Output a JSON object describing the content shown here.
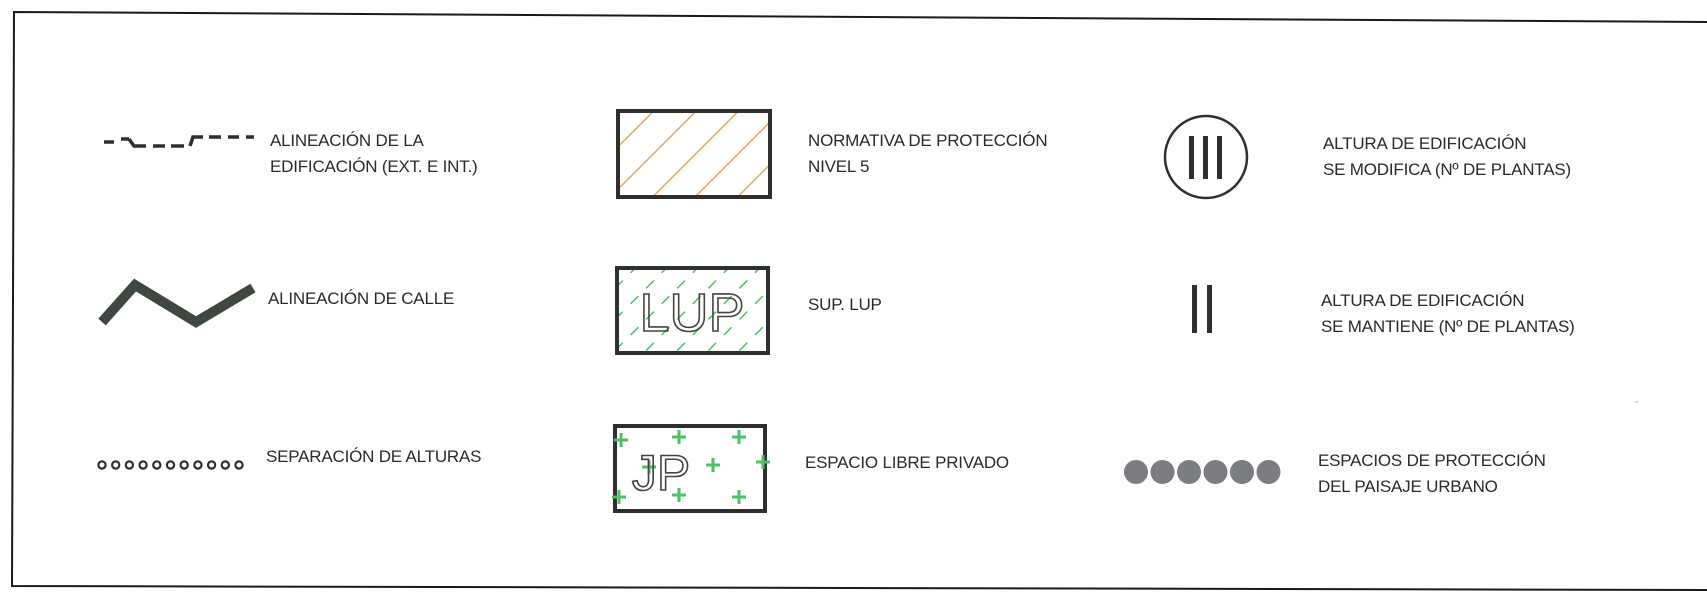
{
  "legend": {
    "items": [
      {
        "id": "alineacion-edificacion",
        "symbol": "dashed-stepped-line-icon",
        "lines": [
          "ALINEACIÓN DE LA",
          "EDIFICACIÓN (EXT. E INT.)"
        ]
      },
      {
        "id": "alineacion-calle",
        "symbol": "zigzag-thick-line-icon",
        "lines": [
          "ALINEACIÓN DE CALLE"
        ]
      },
      {
        "id": "separacion-alturas",
        "symbol": "dotted-circle-line-icon",
        "lines": [
          "SEPARACIÓN DE ALTURAS"
        ]
      },
      {
        "id": "normativa-proteccion",
        "symbol": "orange-hatched-rectangle-icon",
        "lines": [
          "NORMATIVA DE PROTECCIÓN",
          "NIVEL 5"
        ]
      },
      {
        "id": "sup-lup",
        "symbol": "green-hatched-lup-rectangle-icon",
        "symbol_text": "LUP",
        "lines": [
          "SUP. LUP"
        ]
      },
      {
        "id": "espacio-libre-privado",
        "symbol": "green-crosses-jp-rectangle-icon",
        "symbol_text": "JP",
        "lines": [
          "ESPACIO LIBRE PRIVADO"
        ]
      },
      {
        "id": "altura-modifica",
        "symbol": "circled-three-bars-icon",
        "lines": [
          "ALTURA DE EDIFICACIÓN",
          "SE MODIFICA (Nº DE PLANTAS)"
        ]
      },
      {
        "id": "altura-mantiene",
        "symbol": "two-bars-icon",
        "lines": [
          "ALTURA DE EDIFICACIÓN",
          "SE MANTIENE (Nº DE PLANTAS)"
        ]
      },
      {
        "id": "espacios-paisaje",
        "symbol": "grey-filled-circles-icon",
        "lines": [
          "ESPACIOS DE PROTECCIÓN",
          "DEL PAISAJE URBANO"
        ]
      }
    ]
  },
  "colors": {
    "border": "#1a1a1a",
    "line": "#2f2f2f",
    "zigzag": "#3f4740",
    "orange_hatch": "#f0a35a",
    "green_hatch": "#4cc166",
    "grey_circle": "#7b7d80",
    "text": "#2a2a2a"
  }
}
